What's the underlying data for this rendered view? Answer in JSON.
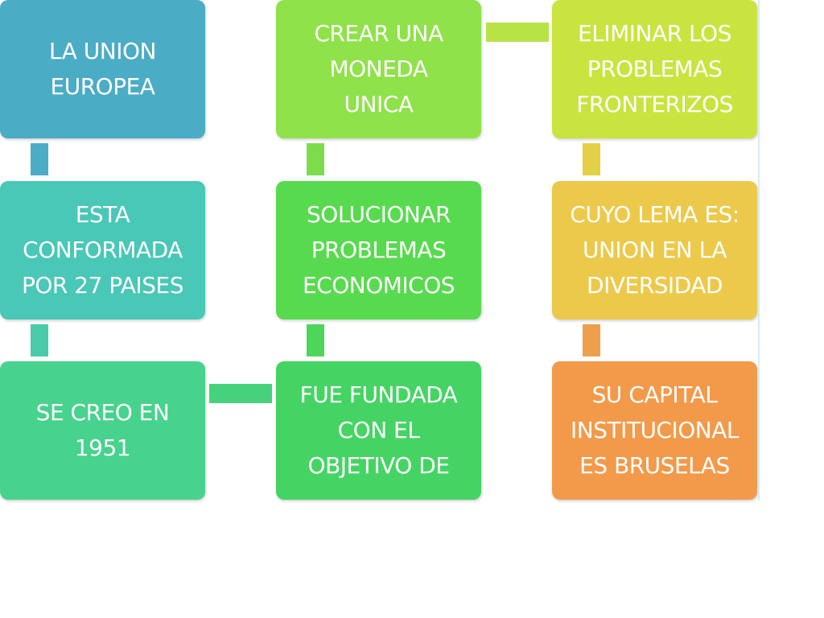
{
  "diagram": {
    "boxes": {
      "union": {
        "text": "LA UNION\nEUROPEA",
        "color": "#4BACC6"
      },
      "esta": {
        "text": "ESTA\nCONFORMADA\nPOR 27 PAISES",
        "color": "#49C7B7"
      },
      "secreo": {
        "text": "SE CREO EN\n1951",
        "color": "#47D28E"
      },
      "fue": {
        "text": "FUE FUNDADA\nCON EL\nOBJETIVO DE",
        "color": "#45D464"
      },
      "solucionar": {
        "text": "SOLUCIONAR\nPROBLEMAS\nECONOMICOS",
        "color": "#58DA4F"
      },
      "crear": {
        "text": "CREAR UNA\nMONEDA\nUNICA",
        "color": "#8FE24A"
      },
      "eliminar": {
        "text": "ELIMINAR LOS\nPROBLEMAS\nFRONTERIZOS",
        "color": "#C9E43F"
      },
      "cuyo": {
        "text": "CUYO LEMA ES:\nUNION EN LA\nDIVERSIDAD",
        "color": "#ECC94A"
      },
      "capital": {
        "text": "SU CAPITAL\nINSTITUCIONAL\nES BRUSELAS",
        "color": "#F29A4A"
      }
    },
    "connectors": {
      "union_esta": {
        "color": "#4BACC6"
      },
      "esta_secreo": {
        "color": "#47CBA8"
      },
      "secreo_fue": {
        "color": "#46D27C"
      },
      "solucionar_fue": {
        "color": "#4DD65A"
      },
      "crear_solucionar": {
        "color": "#7CDC4C"
      },
      "crear_eliminar": {
        "color": "#B7E347"
      },
      "eliminar_cuyo": {
        "color": "#E3D046"
      },
      "cuyo_capital": {
        "color": "#EE9F4C"
      }
    }
  }
}
